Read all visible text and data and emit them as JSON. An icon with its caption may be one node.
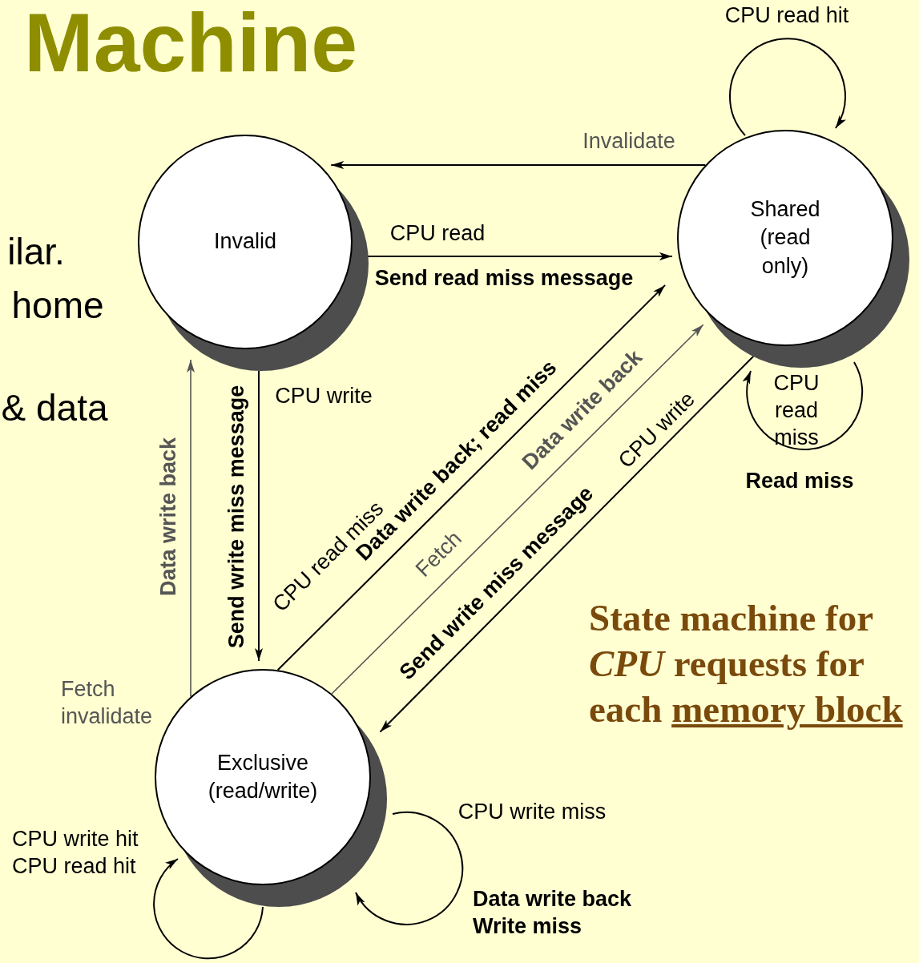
{
  "diagram": {
    "title": "Machine",
    "caption": "State machine for *CPU* requests for each memory block",
    "nodes": [
      {
        "text": [
          "Invalid"
        ]
      },
      {
        "text": [
          "Shared (read only)"
        ]
      },
      {
        "text": [
          "Exclusive (read/write)"
        ]
      }
    ],
    "edges": [
      {
        "from": 1,
        "to": 0,
        "arrow": "to",
        "label": "Invalidate"
      },
      {
        "from": 0,
        "to": 1,
        "arrow": "to",
        "label": "CPU read"
      },
      {
        "from": 0,
        "to": 2,
        "arrow": "to",
        "label": "CPU write"
      },
      {
        "from": 2,
        "to": 0,
        "arrow": "to",
        "label": "Fetch invalidate",
        "color": "#555555"
      },
      {
        "from": 2,
        "to": 1,
        "arrow": "to",
        "label": "CPU read miss"
      },
      {
        "from": 2,
        "to": 1,
        "arrow": "to",
        "label": "Fetch",
        "color": "#555555"
      },
      {
        "from": 1,
        "to": 2,
        "arrow": "to",
        "label": "CPU write"
      },
      {
        "from": 1,
        "to": 1,
        "arrow": "to",
        "label": "CPU read hit"
      },
      {
        "from": 1,
        "to": 1,
        "arrow": "to",
        "label": "CPU read miss"
      },
      {
        "from": 2,
        "to": 2,
        "arrow": "to",
        "label": "CPU write hit CPU read hit"
      },
      {
        "from": 2,
        "to": 2,
        "arrow": "to",
        "label": "CPU write miss"
      }
    ],
    "labels": [
      "ilar.",
      "home",
      "& data",
      "Send read miss message",
      "Data write back",
      "Send write miss message",
      "Data write back; read miss",
      "Data write back",
      "Send write miss message",
      "Read miss",
      "Data write back Write miss"
    ]
  }
}
